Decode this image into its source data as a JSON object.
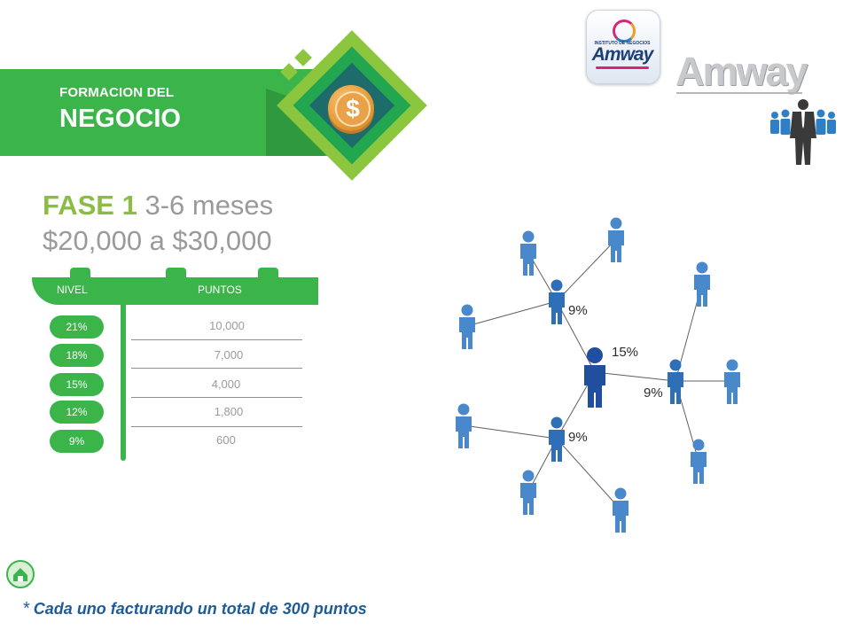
{
  "header": {
    "subtitle": "FORMACION DEL",
    "title": "NEGOCIO",
    "coin_symbol": "$"
  },
  "logos": {
    "app_tile_small_text": "INSTITUTO DE NEGOCIOS",
    "app_tile_text": "Amway",
    "brand_text": "Amway"
  },
  "phase": {
    "label": "FASE 1",
    "duration": "3-6 meses",
    "amount": "$20,000 a $30,000"
  },
  "table": {
    "header_level": "NIVEL",
    "header_points": "PUNTOS",
    "rows": [
      {
        "level": "21%",
        "points": "10,000"
      },
      {
        "level": "18%",
        "points": "7,000"
      },
      {
        "level": "15%",
        "points": "4,000"
      },
      {
        "level": "12%",
        "points": "1,800"
      },
      {
        "level": "9%",
        "points": "600"
      }
    ]
  },
  "network": {
    "center_label": "15%",
    "top_label": "9%",
    "right_label": "9%",
    "bottom_label": "9%"
  },
  "footer": {
    "star": "*",
    "note": "Cada uno facturando un total de 300 puntos"
  },
  "colors": {
    "green": "#3bb54a",
    "light_green": "#8cc63f",
    "person_light": "#4a88cc",
    "person_mid": "#2f6fb8",
    "person_dark": "#1f4f9e",
    "note_blue": "#1e5b97"
  }
}
